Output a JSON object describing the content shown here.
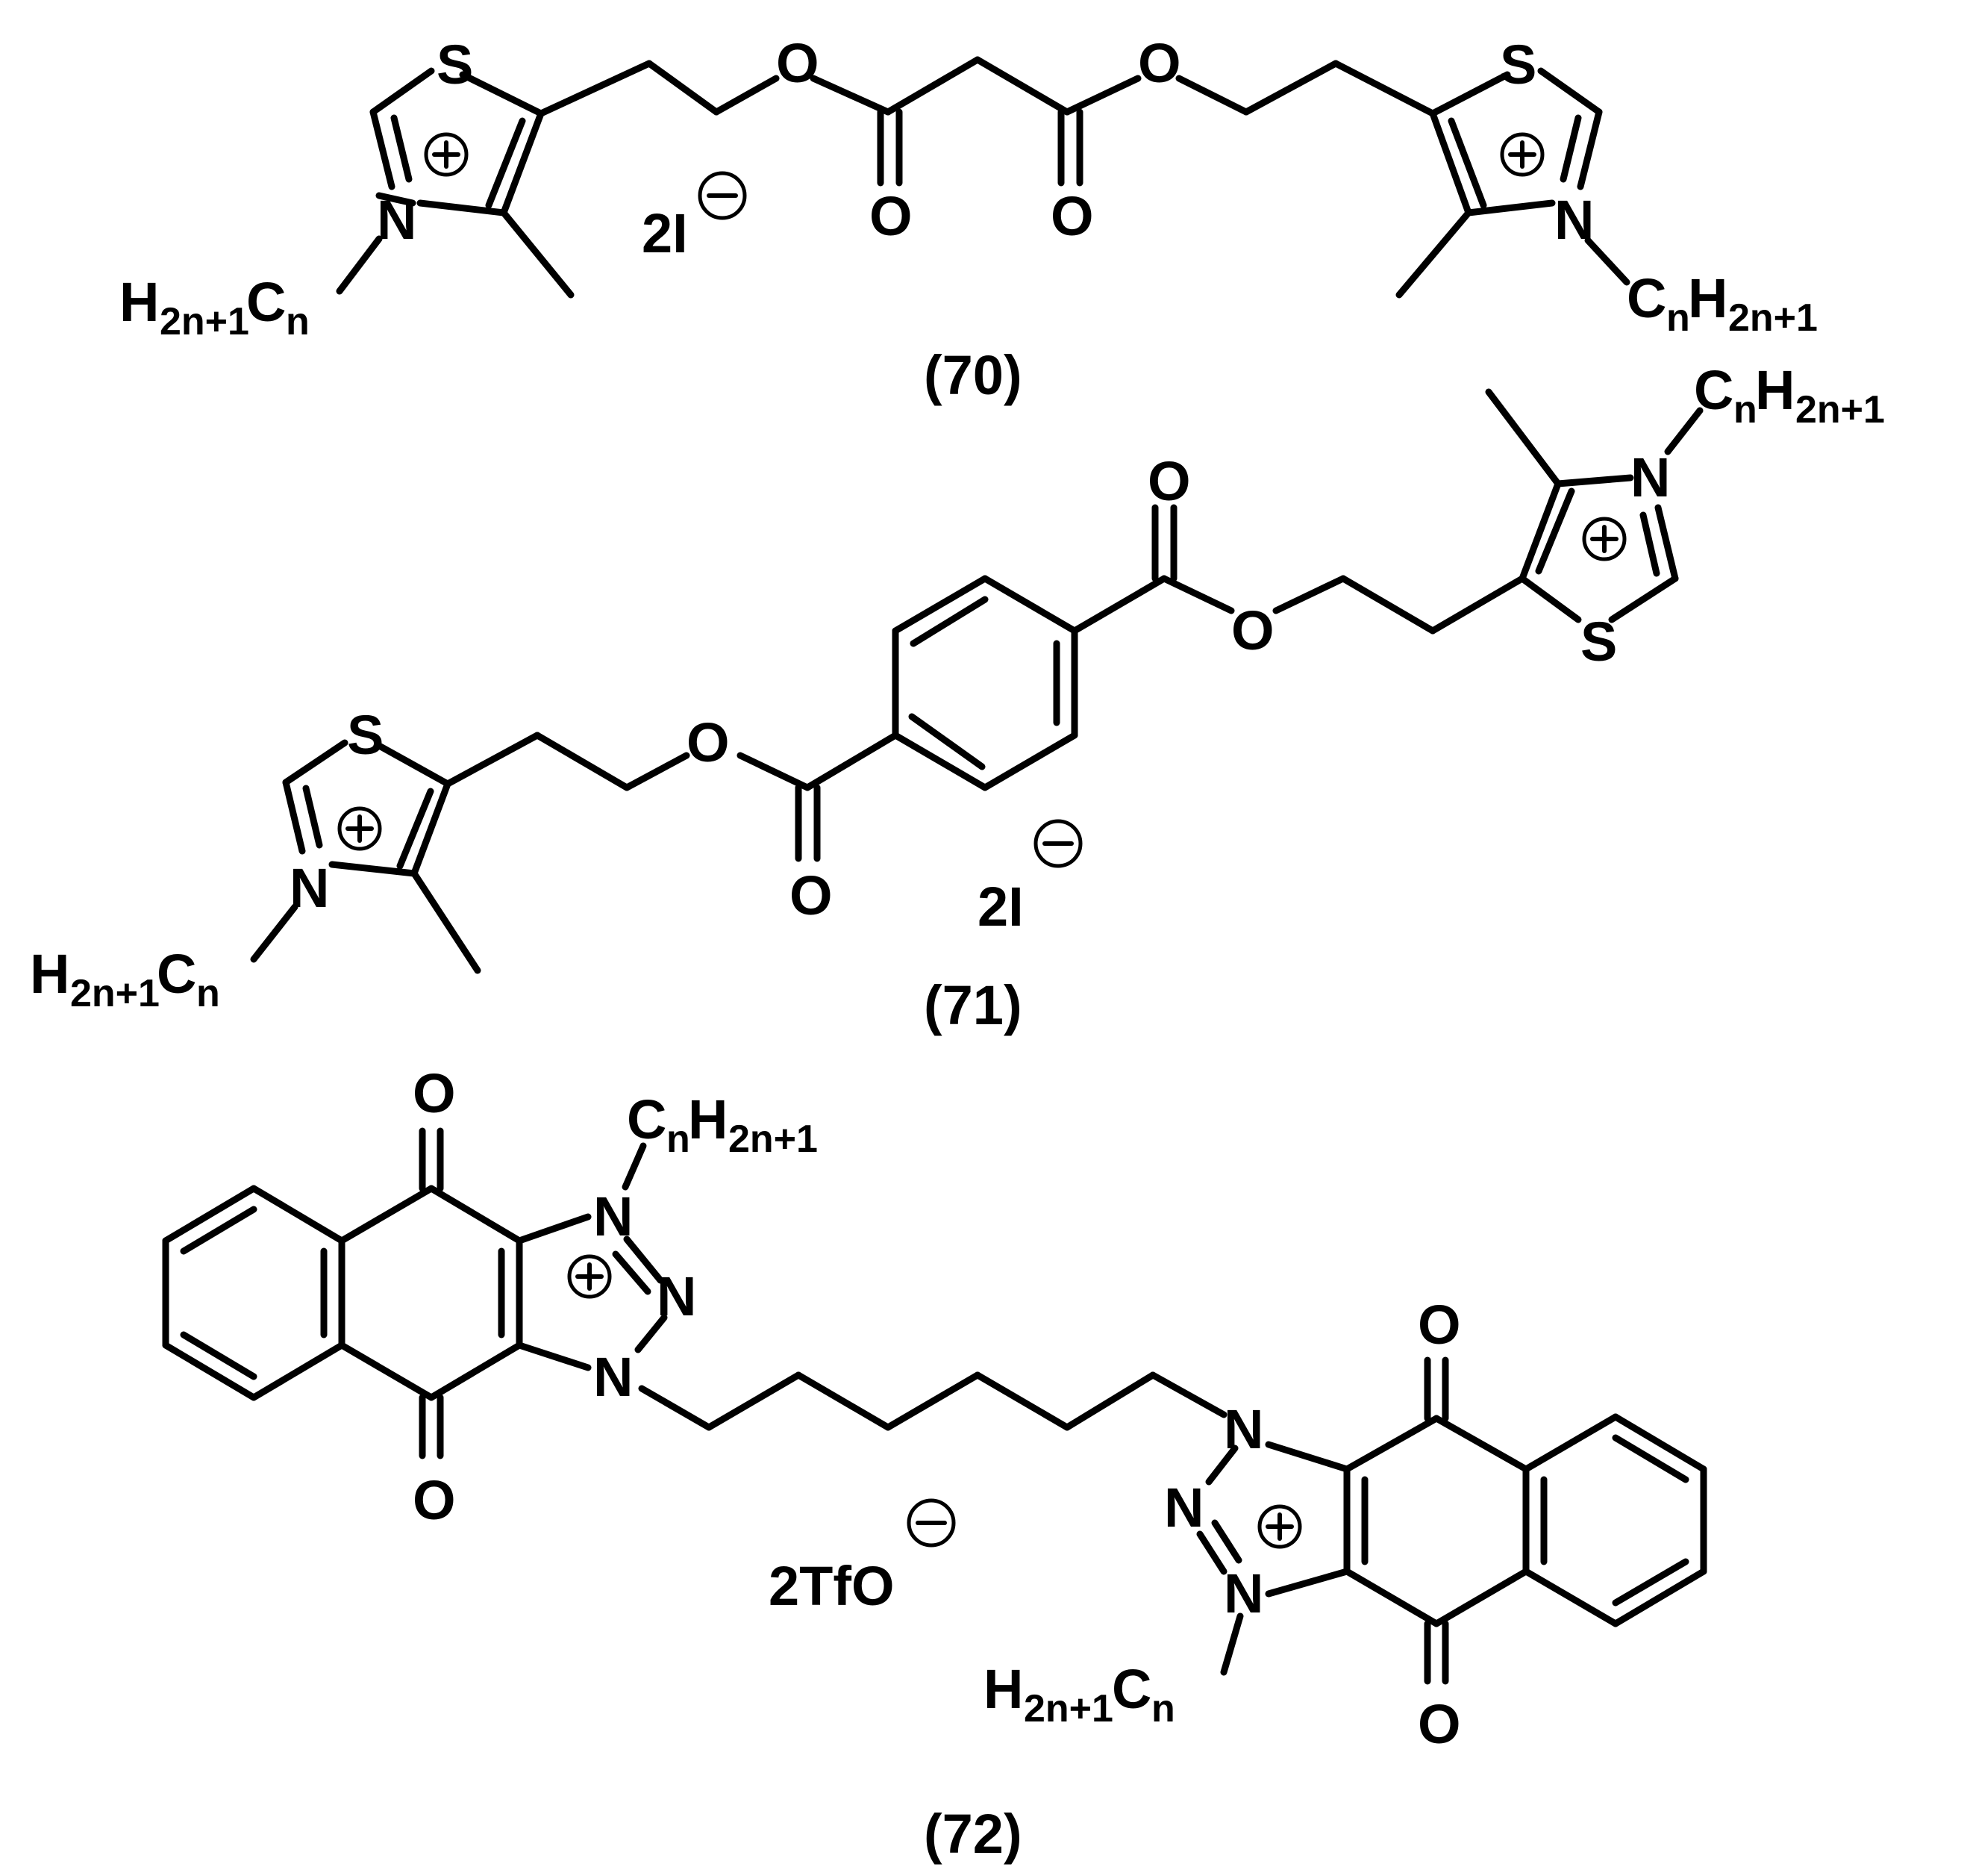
{
  "atoms": {
    "S": "S",
    "O": "O",
    "N": "N",
    "C": "C",
    "H": "H",
    "alkyl_sub_left": "2n+1",
    "alkyl_sub_right": "n"
  },
  "charges": {
    "plus": "+",
    "minus": "−"
  },
  "compounds": [
    {
      "id": "70",
      "label": "(70)",
      "counterion": "2I",
      "sheet": "thiazolium malonate dimer"
    },
    {
      "id": "71",
      "label": "(71)",
      "counterion": "2I",
      "sheet": "thiazolium terephthalate dimer"
    },
    {
      "id": "72",
      "label": "(72)",
      "counterion": "2TfO",
      "sheet": "naphthotriazolium dimer"
    }
  ]
}
